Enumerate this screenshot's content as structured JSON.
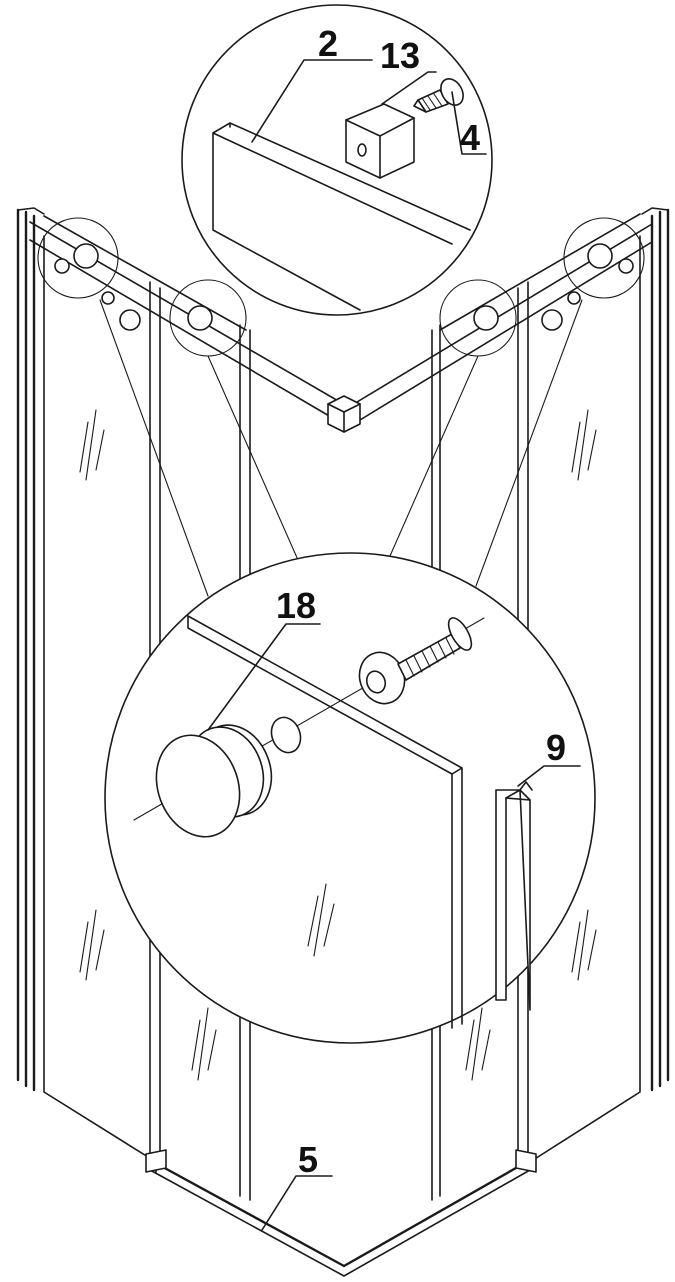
{
  "callouts": {
    "part_2": "2",
    "part_13": "13",
    "part_4": "4",
    "part_18": "18",
    "part_9": "9",
    "part_5": "5"
  },
  "colors": {
    "line": "#1a1a1a",
    "background": "#ffffff"
  }
}
